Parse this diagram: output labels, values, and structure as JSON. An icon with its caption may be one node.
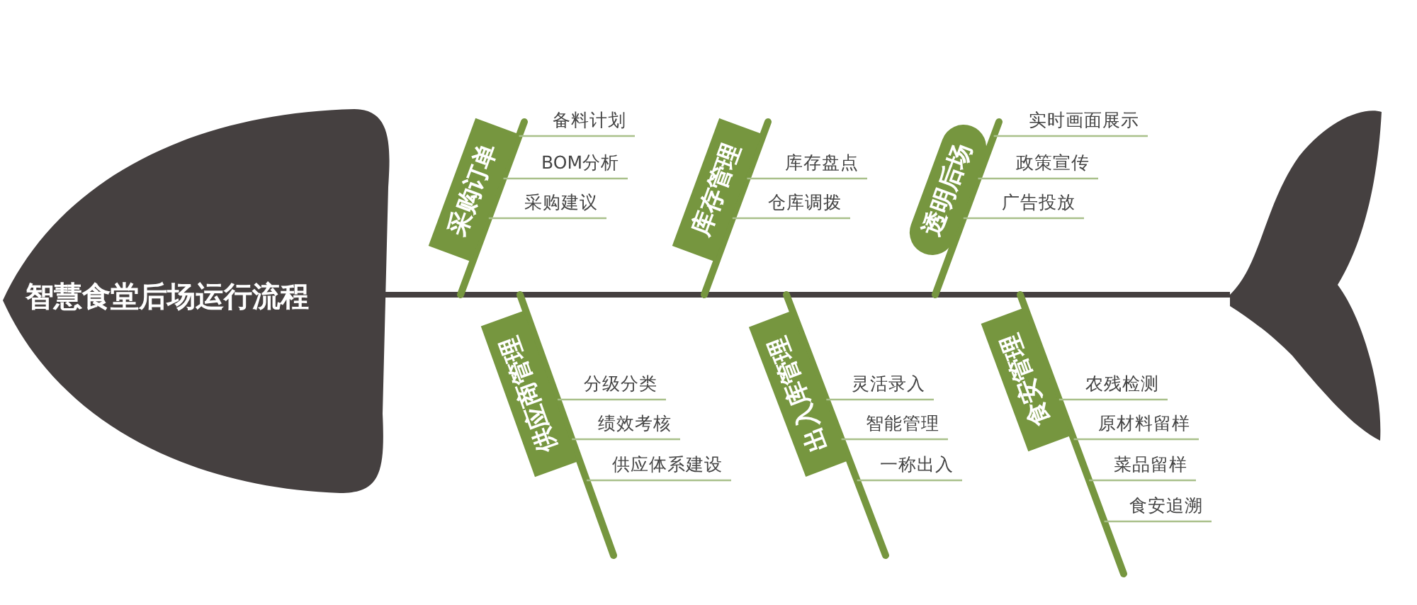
{
  "diagram": {
    "nodes": [
      {
        "text": [
          "智慧食堂后场运行流程"
        ]
      },
      {
        "text": [],
        "shape": "tail"
      },
      {
        "text": [
          "采购订单"
        ]
      },
      {
        "text": [
          "备料计划"
        ]
      },
      {
        "text": [
          "BOM分析"
        ]
      },
      {
        "text": [
          "采购建议"
        ]
      },
      {
        "text": [
          "库存管理"
        ]
      },
      {
        "text": [
          "库存盘点"
        ]
      },
      {
        "text": [
          "仓库调拨"
        ]
      },
      {
        "text": [
          "透明后场"
        ]
      },
      {
        "text": [
          "实时画面展示"
        ]
      },
      {
        "text": [
          "政策宣传"
        ]
      },
      {
        "text": [
          "广告投放"
        ]
      },
      {
        "text": [
          "供应商管理"
        ]
      },
      {
        "text": [
          "分级分类"
        ]
      },
      {
        "text": [
          "绩效考核"
        ]
      },
      {
        "text": [
          "供应体系建设"
        ]
      },
      {
        "text": [
          "出入库管理"
        ]
      },
      {
        "text": [
          "灵活录入"
        ]
      },
      {
        "text": [
          "智能管理"
        ]
      },
      {
        "text": [
          "一称出入"
        ]
      },
      {
        "text": [
          "食安管理"
        ]
      },
      {
        "text": [
          "农残检测"
        ]
      },
      {
        "text": [
          "原材料留样"
        ]
      },
      {
        "text": [
          "菜品留样"
        ]
      },
      {
        "text": [
          "食安追溯"
        ]
      }
    ],
    "edges": [
      {
        "from": 0,
        "to": 1,
        "arrow": "none",
        "style": "thick",
        "color": "#454040"
      },
      {
        "from": 2,
        "to": null,
        "arrow": "none",
        "style": "thick",
        "color": "#76963f"
      },
      {
        "from": 3,
        "to": 2,
        "arrow": "none"
      },
      {
        "from": 4,
        "to": 2,
        "arrow": "none"
      },
      {
        "from": 5,
        "to": 2,
        "arrow": "none"
      },
      {
        "from": 6,
        "to": null,
        "arrow": "none",
        "style": "thick",
        "color": "#76963f"
      },
      {
        "from": 7,
        "to": 6,
        "arrow": "none"
      },
      {
        "from": 8,
        "to": 6,
        "arrow": "none"
      },
      {
        "from": 9,
        "to": null,
        "arrow": "none",
        "style": "thick",
        "color": "#76963f"
      },
      {
        "from": 10,
        "to": 9,
        "arrow": "none"
      },
      {
        "from": 11,
        "to": 9,
        "arrow": "none"
      },
      {
        "from": 12,
        "to": 9,
        "arrow": "none"
      },
      {
        "from": 13,
        "to": null,
        "arrow": "none",
        "style": "thick",
        "color": "#76963f"
      },
      {
        "from": 14,
        "to": 13,
        "arrow": "none"
      },
      {
        "from": 15,
        "to": 13,
        "arrow": "none"
      },
      {
        "from": 16,
        "to": 13,
        "arrow": "none"
      },
      {
        "from": 17,
        "to": null,
        "arrow": "none",
        "style": "thick",
        "color": "#76963f"
      },
      {
        "from": 18,
        "to": 17,
        "arrow": "none"
      },
      {
        "from": 19,
        "to": 17,
        "arrow": "none"
      },
      {
        "from": 20,
        "to": 17,
        "arrow": "none"
      },
      {
        "from": 21,
        "to": null,
        "arrow": "none",
        "style": "thick",
        "color": "#76963f"
      },
      {
        "from": 22,
        "to": 21,
        "arrow": "none"
      },
      {
        "from": 23,
        "to": 21,
        "arrow": "none"
      },
      {
        "from": 24,
        "to": null,
        "arrow": "none"
      },
      {
        "from": 25,
        "to": null,
        "arrow": "none"
      }
    ]
  }
}
